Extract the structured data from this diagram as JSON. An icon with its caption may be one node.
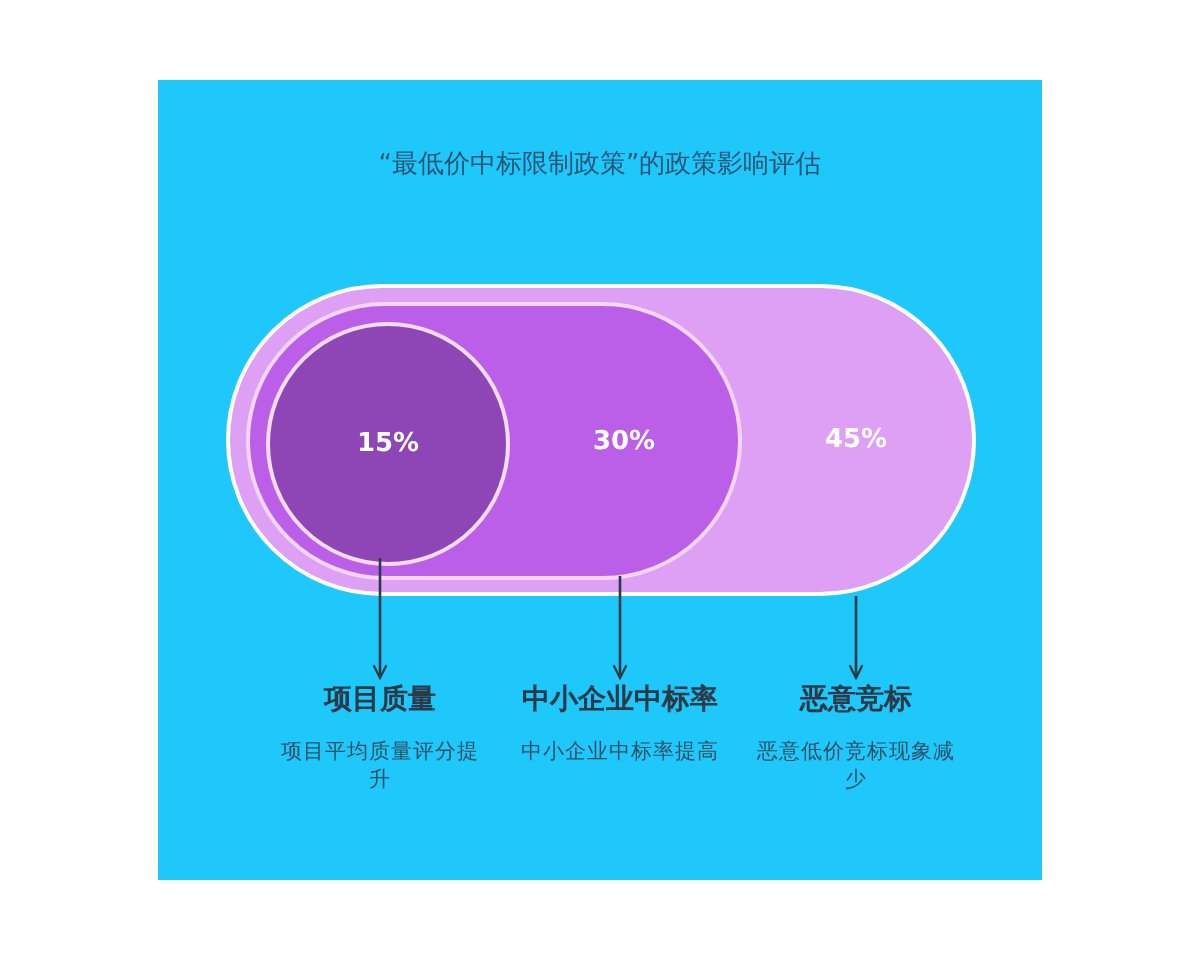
{
  "diagram": {
    "title": "“最低价中标限制政策”的政策影响评估",
    "nodes": [
      {
        "text": [
          "45%"
        ]
      },
      {
        "text": [
          "30%"
        ],
        "in": 0
      },
      {
        "text": [
          "15%"
        ],
        "in": 1
      },
      {
        "text": [
          "项目质量",
          "项目平均质量评分提升"
        ]
      },
      {
        "text": [
          "中小企业中标率",
          "中小企业中标率提高"
        ]
      },
      {
        "text": [
          "恶意竞标",
          "恶意低价竞标现象减少"
        ]
      }
    ],
    "edges": [
      {
        "from": 2,
        "to": 3,
        "arrow": "to"
      },
      {
        "from": 1,
        "to": 4,
        "arrow": "to"
      },
      {
        "from": 0,
        "to": 5,
        "arrow": "to"
      }
    ]
  }
}
